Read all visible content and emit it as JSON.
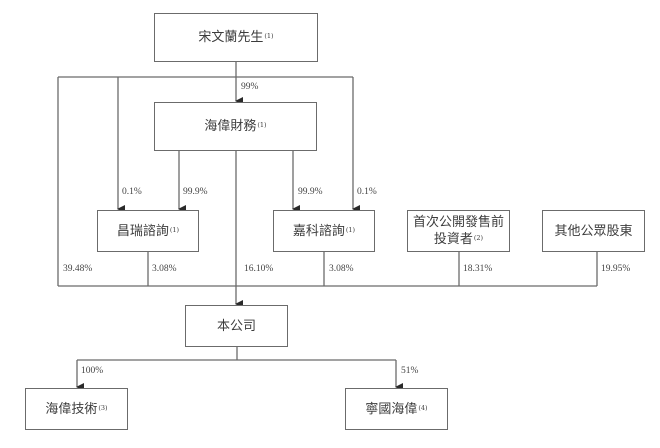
{
  "diagram": {
    "type": "shareholding-structure",
    "nodes": [
      {
        "id": "song",
        "label": "宋文蘭先生",
        "note": "(1)"
      },
      {
        "id": "haiwei_finance",
        "label": "海偉財務",
        "note": "(1)"
      },
      {
        "id": "changrui",
        "label": "昌瑞諮詢",
        "note": "(1)"
      },
      {
        "id": "jiake",
        "label": "嘉科諮詢",
        "note": "(1)"
      },
      {
        "id": "pre_ipo",
        "label_line1": "首次公開發售前",
        "label_line2": "投資者",
        "note": "(2)"
      },
      {
        "id": "public",
        "label": "其他公眾股東",
        "note": ""
      },
      {
        "id": "company",
        "label": "本公司",
        "note": ""
      },
      {
        "id": "haiwei_tech",
        "label": "海偉技術",
        "note": "(3)"
      },
      {
        "id": "ningguo",
        "label": "寧國海偉",
        "note": "(4)"
      }
    ],
    "edges": [
      {
        "from": "song",
        "to": "haiwei_finance",
        "pct": "99%"
      },
      {
        "from": "song",
        "to": "changrui",
        "pct": "0.1%"
      },
      {
        "from": "haiwei_finance",
        "to": "changrui",
        "pct": "99.9%"
      },
      {
        "from": "haiwei_finance",
        "to": "jiake",
        "pct": "99.9%"
      },
      {
        "from": "song",
        "to": "jiake",
        "pct": "0.1%"
      },
      {
        "from": "song",
        "to": "company",
        "pct": "39.48%"
      },
      {
        "from": "changrui",
        "to": "company",
        "pct": "3.08%"
      },
      {
        "from": "haiwei_finance",
        "to": "company",
        "pct": "16.10%"
      },
      {
        "from": "jiake",
        "to": "company",
        "pct": "3.08%"
      },
      {
        "from": "pre_ipo",
        "to": "company",
        "pct": "18.31%"
      },
      {
        "from": "public",
        "to": "company",
        "pct": "19.95%"
      },
      {
        "from": "company",
        "to": "haiwei_tech",
        "pct": "100%"
      },
      {
        "from": "company",
        "to": "ningguo",
        "pct": "51%"
      }
    ]
  }
}
